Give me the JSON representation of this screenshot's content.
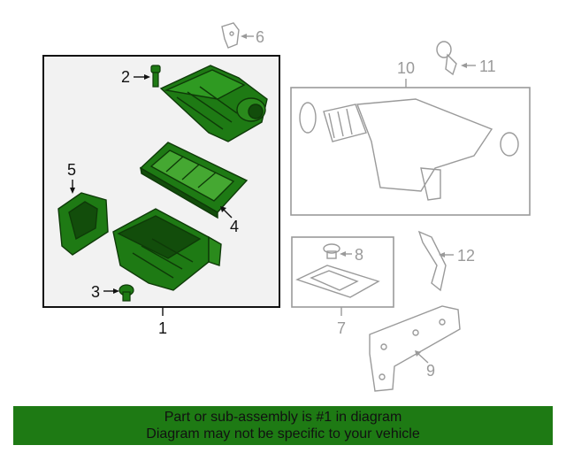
{
  "colors": {
    "highlight_fill": "#1e7a14",
    "highlight_stroke": "#0e3a08",
    "inactive": "#9a9a9a",
    "banner_bg": "#1e7a14"
  },
  "callouts": {
    "c1": "1",
    "c2": "2",
    "c3": "3",
    "c4": "4",
    "c5": "5",
    "c6": "6",
    "c7": "7",
    "c8": "8",
    "c9": "9",
    "c10": "10",
    "c11": "11",
    "c12": "12"
  },
  "banner": {
    "line1": "Part or sub-assembly is #1 in diagram",
    "line2": "Diagram may not be specific to your vehicle"
  }
}
